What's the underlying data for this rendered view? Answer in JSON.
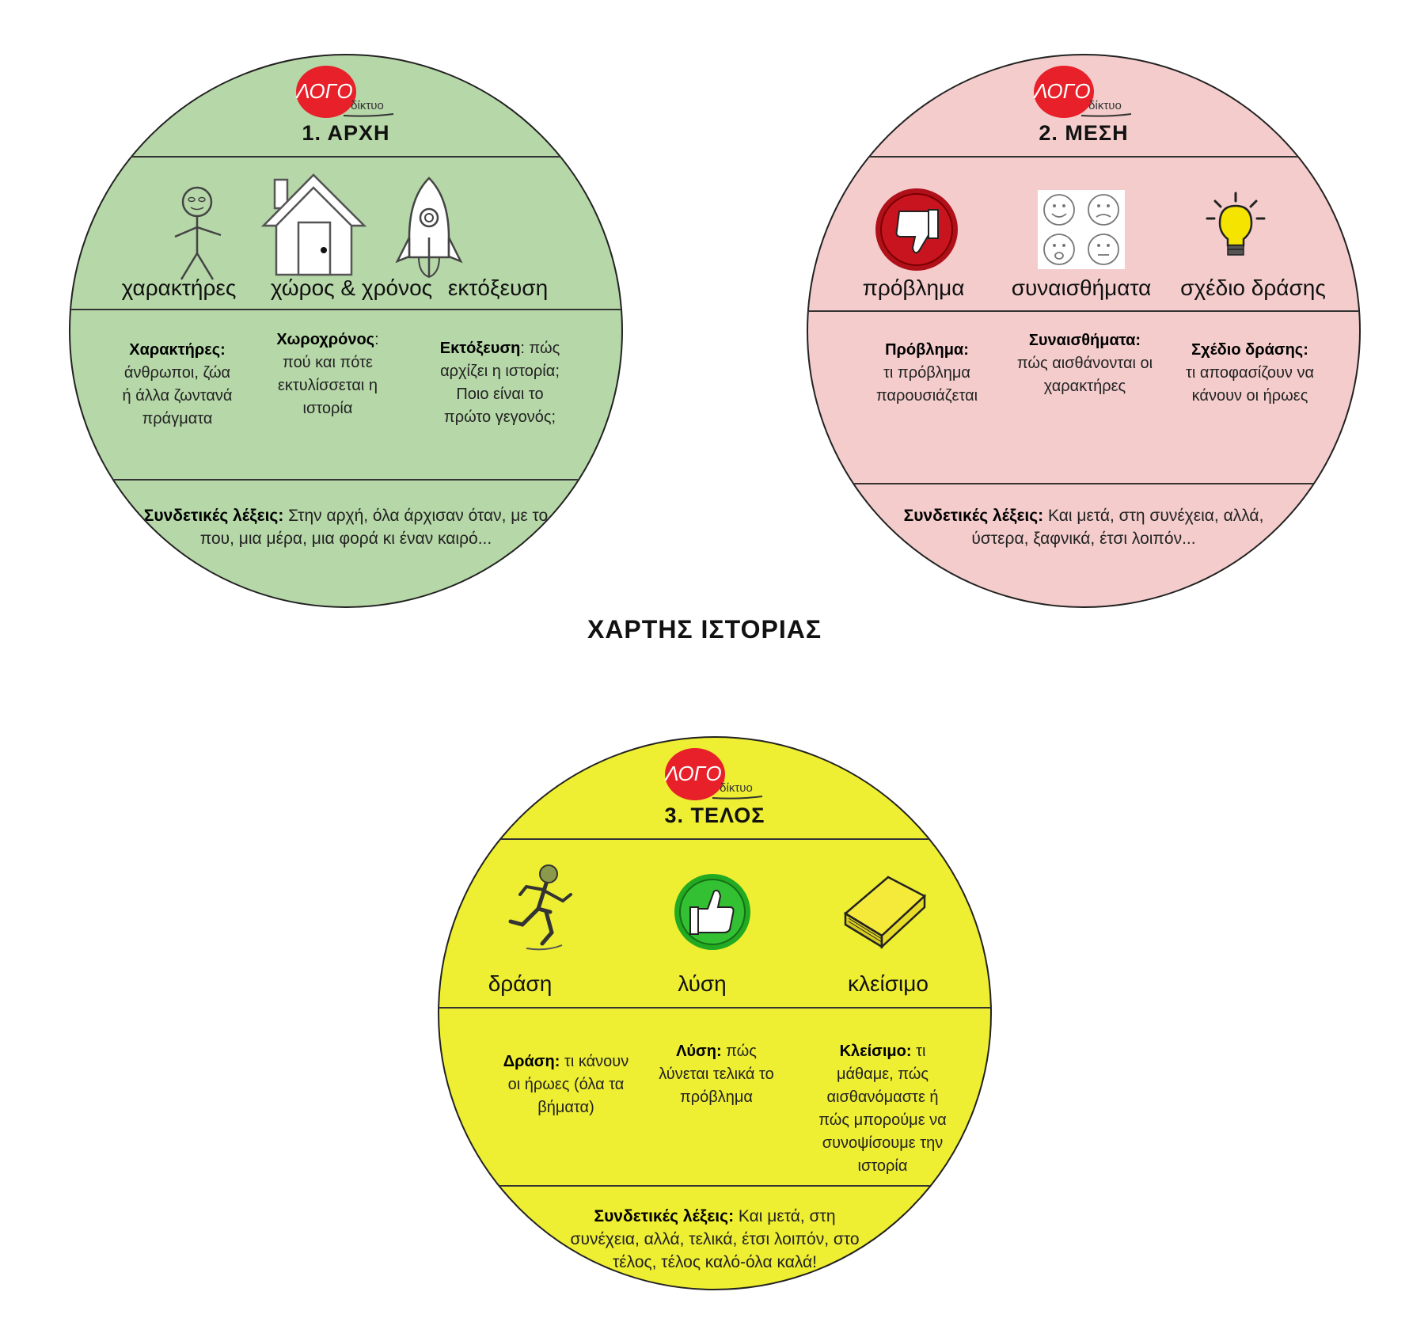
{
  "title": "ΧΑΡΤΗΣ ΙΣΤΟΡΙΑΣ",
  "logo": {
    "main": "ΛΟΓΟ",
    "sub": "δίκτυο",
    "color": "#e8202a"
  },
  "colors": {
    "green": "#b6d7a8",
    "pink": "#f4cccc",
    "yellow": "#eeee33",
    "border": "#222222"
  },
  "circles": [
    {
      "heading": "1. ΑΡΧΗ",
      "color": "#b6d7a8",
      "icons": [
        {
          "name": "stick-figure-icon",
          "label": "χαρακτήρες"
        },
        {
          "name": "house-icon",
          "label": "χώρος & χρόνος"
        },
        {
          "name": "rocket-icon",
          "label": "εκτόξευση"
        }
      ],
      "descriptions": [
        {
          "term": "Χαρακτήρες:",
          "text": "άνθρωποι, ζώα ή άλλα ζωντανά πράγματα"
        },
        {
          "term": "Χωροχρόνος",
          "text": ": πού και πότε εκτυλίσσεται η ιστορία"
        },
        {
          "term": "Εκτόξευση",
          "text": ": πώς αρχίζει η ιστορία; Ποιο είναι το πρώτο γεγονός;"
        }
      ],
      "linking": {
        "term": "Συνδετικές λέξεις:",
        "text": " Στην αρχή, όλα άρχισαν όταν, με το που, μια μέρα, μια φορά κι έναν καιρό..."
      }
    },
    {
      "heading": "2. ΜΕΣΗ",
      "color": "#f4cccc",
      "icons": [
        {
          "name": "thumbs-down-icon",
          "label": "πρόβλημα"
        },
        {
          "name": "faces-emotions-icon",
          "label": "συναισθήματα"
        },
        {
          "name": "lightbulb-icon",
          "label": "σχέδιο δράσης"
        }
      ],
      "descriptions": [
        {
          "term": "Πρόβλημα:",
          "text": "τι πρόβλημα παρουσιάζεται"
        },
        {
          "term": "Συναισθήματα:",
          "text": "πώς αισθάνονται οι χαρακτήρες"
        },
        {
          "term": "Σχέδιο δράσης:",
          "text": "τι αποφασίζουν να κάνουν οι ήρωες"
        }
      ],
      "linking": {
        "term": "Συνδετικές λέξεις:",
        "text": " Και μετά, στη συνέχεια, αλλά, ύστερα, ξαφνικά, έτσι λοιπόν..."
      }
    },
    {
      "heading": "3. ΤΕΛΟΣ",
      "color": "#eeee33",
      "icons": [
        {
          "name": "running-man-icon",
          "label": "δράση"
        },
        {
          "name": "thumbs-up-icon",
          "label": "λύση"
        },
        {
          "name": "book-icon",
          "label": "κλείσιμο"
        }
      ],
      "descriptions": [
        {
          "term": "Δράση:",
          "text": " τι κάνουν οι ήρωες (όλα τα βήματα)"
        },
        {
          "term": "Λύση:",
          "text": " πώς λύνεται τελικά το πρόβλημα"
        },
        {
          "term": "Κλείσιμο:",
          "text": " τι μάθαμε, πώς αισθανόμαστε ή πώς μπορούμε να συνοψίσουμε την ιστορία"
        }
      ],
      "linking": {
        "term": "Συνδετικές λέξεις:",
        "text": " Και μετά, στη συνέχεια, αλλά, τελικά, έτσι λοιπόν, στο τέλος, τέλος καλό-όλα καλά!"
      }
    }
  ]
}
